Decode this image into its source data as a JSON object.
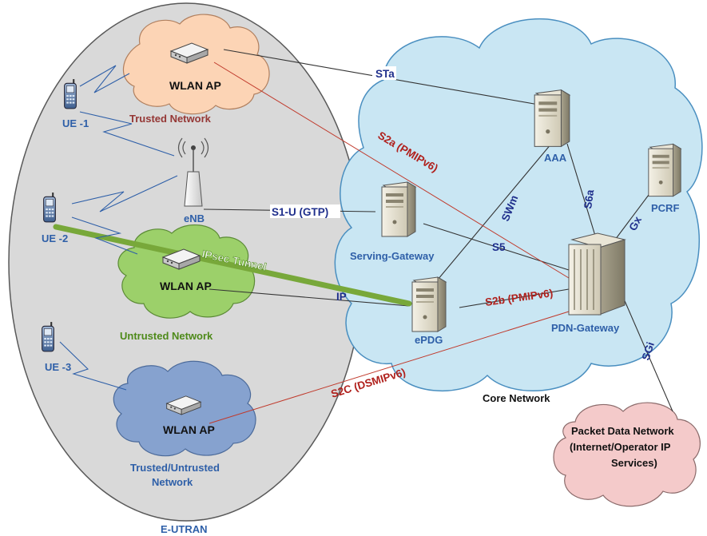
{
  "colors": {
    "eutran_fill": "#d9d9d9",
    "core_cloud": "#c9e6f3",
    "wlan_trusted_cloud": "#fcd4b5",
    "wlan_untrusted_cloud": "#9cd06a",
    "wlan_mixed_cloud": "#86a2cf",
    "pdn_cloud": "#f4caca",
    "ipsec_tunnel": "#78a83a",
    "trusted_text": "#953735",
    "untrusted_text": "#4e8a1a",
    "blue_text": "#2e5fa8",
    "iface_blue": "#1f2f8c",
    "iface_red": "#b0211d"
  },
  "regions": {
    "eutran": "E-UTRAN",
    "core": "Core Network",
    "trusted": "Trusted Network",
    "untrusted": "Untrusted Network",
    "mixed_line1": "Trusted/Untrusted",
    "mixed_line2": "Network",
    "pdn_line1": "Packet Data Network",
    "pdn_line2": "(Internet/Operator IP",
    "pdn_line3": "Services)"
  },
  "nodes": {
    "wlan1": "WLAN AP",
    "wlan2": "WLAN AP",
    "wlan3": "WLAN AP",
    "ue1": "UE -1",
    "ue2": "UE -2",
    "ue3": "UE -3",
    "enb": "eNB",
    "aaa": "AAA",
    "pcrf": "PCRF",
    "sgw": "Serving-Gateway",
    "epdg": "ePDG",
    "pgw": "PDN-Gateway"
  },
  "interfaces": {
    "sta": "STa",
    "s2a": "S2a (PMIPv6)",
    "s1u": "S1-U (GTP)",
    "swm": "SWm",
    "s6a": "S6a",
    "gx": "Gx",
    "s5": "S5",
    "ipsec": "IPsec Tunnel",
    "ip": "IP",
    "s2b": "S2b (PMIPv6)",
    "sgi": "SGi",
    "s2c": "S2C (DSMIPv6)"
  },
  "icons": {
    "server": "server-icon",
    "router": "wlan-router-icon",
    "phone": "mobile-phone-icon",
    "antenna": "antenna-icon"
  }
}
